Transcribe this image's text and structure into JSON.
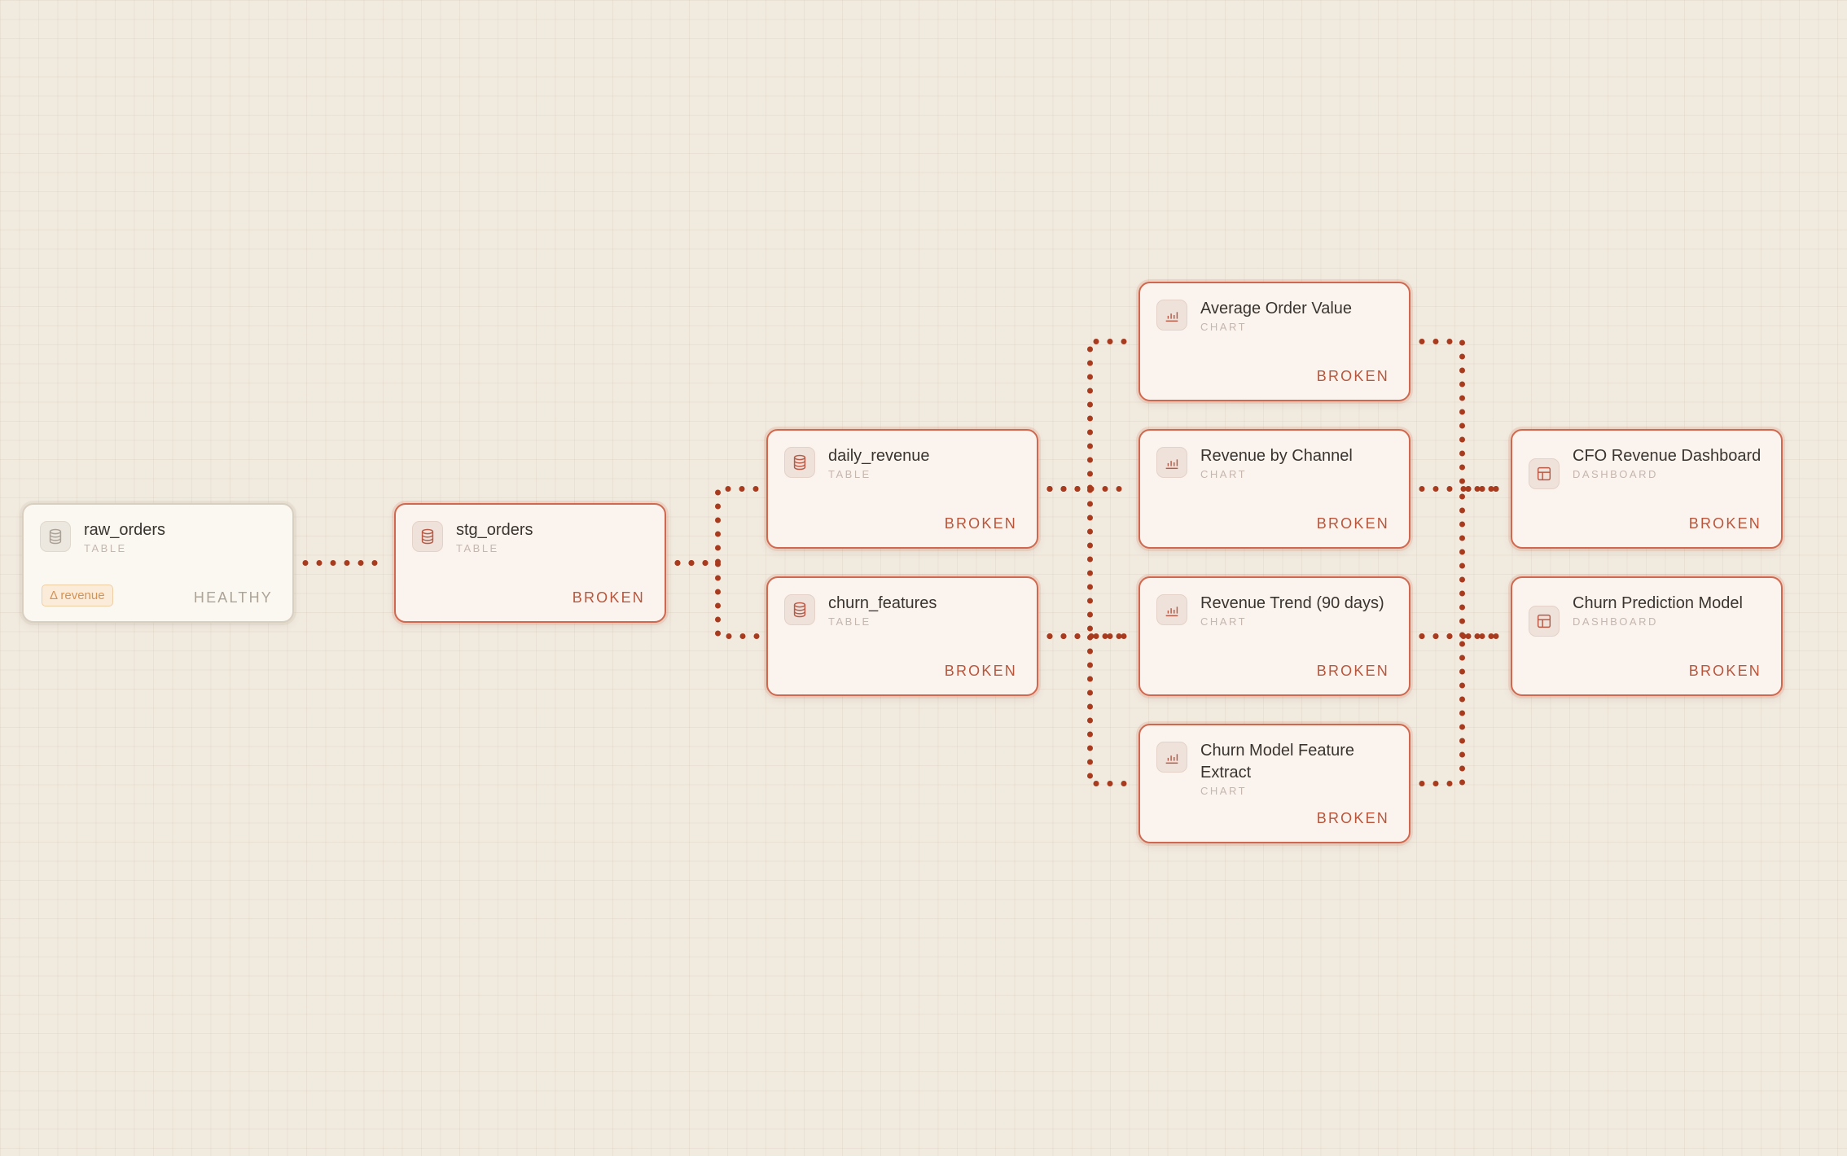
{
  "colors": {
    "background": "#f1eadf",
    "broken_accent": "#b9553b",
    "edge": "#a83a1e",
    "badge": "#d39357"
  },
  "nodes": {
    "raw_orders": {
      "title": "raw_orders",
      "type": "TABLE",
      "status": "HEALTHY",
      "badge": "Δ revenue",
      "icon": "database-icon"
    },
    "stg_orders": {
      "title": "stg_orders",
      "type": "TABLE",
      "status": "BROKEN",
      "icon": "database-icon"
    },
    "daily_revenue": {
      "title": "daily_revenue",
      "type": "TABLE",
      "status": "BROKEN",
      "icon": "database-icon"
    },
    "churn_features": {
      "title": "churn_features",
      "type": "TABLE",
      "status": "BROKEN",
      "icon": "database-icon"
    },
    "avg_order_value": {
      "title": "Average Order Value",
      "type": "CHART",
      "status": "BROKEN",
      "icon": "bar-chart-icon"
    },
    "revenue_by_channel": {
      "title": "Revenue by Channel",
      "type": "CHART",
      "status": "BROKEN",
      "icon": "bar-chart-icon"
    },
    "revenue_trend": {
      "title": "Revenue Trend (90 days)",
      "type": "CHART",
      "status": "BROKEN",
      "icon": "bar-chart-icon"
    },
    "churn_model_extract": {
      "title": "Churn Model Feature Extract",
      "type": "CHART",
      "status": "BROKEN",
      "icon": "bar-chart-icon"
    },
    "cfo_dashboard": {
      "title": "CFO Revenue Dashboard",
      "type": "DASHBOARD",
      "status": "BROKEN",
      "icon": "dashboard-icon"
    },
    "churn_prediction": {
      "title": "Churn Prediction Model",
      "type": "DASHBOARD",
      "status": "BROKEN",
      "icon": "dashboard-icon"
    }
  },
  "edges": [
    {
      "from": "raw_orders",
      "to": "stg_orders"
    },
    {
      "from": "stg_orders",
      "to": "daily_revenue"
    },
    {
      "from": "stg_orders",
      "to": "churn_features"
    },
    {
      "from": "daily_revenue",
      "to": "avg_order_value"
    },
    {
      "from": "daily_revenue",
      "to": "revenue_by_channel"
    },
    {
      "from": "daily_revenue",
      "to": "revenue_trend"
    },
    {
      "from": "churn_features",
      "to": "revenue_trend"
    },
    {
      "from": "churn_features",
      "to": "churn_model_extract"
    },
    {
      "from": "avg_order_value",
      "to": "cfo_dashboard"
    },
    {
      "from": "revenue_by_channel",
      "to": "cfo_dashboard"
    },
    {
      "from": "revenue_trend",
      "to": "cfo_dashboard"
    },
    {
      "from": "revenue_trend",
      "to": "churn_prediction"
    },
    {
      "from": "churn_model_extract",
      "to": "churn_prediction"
    }
  ]
}
